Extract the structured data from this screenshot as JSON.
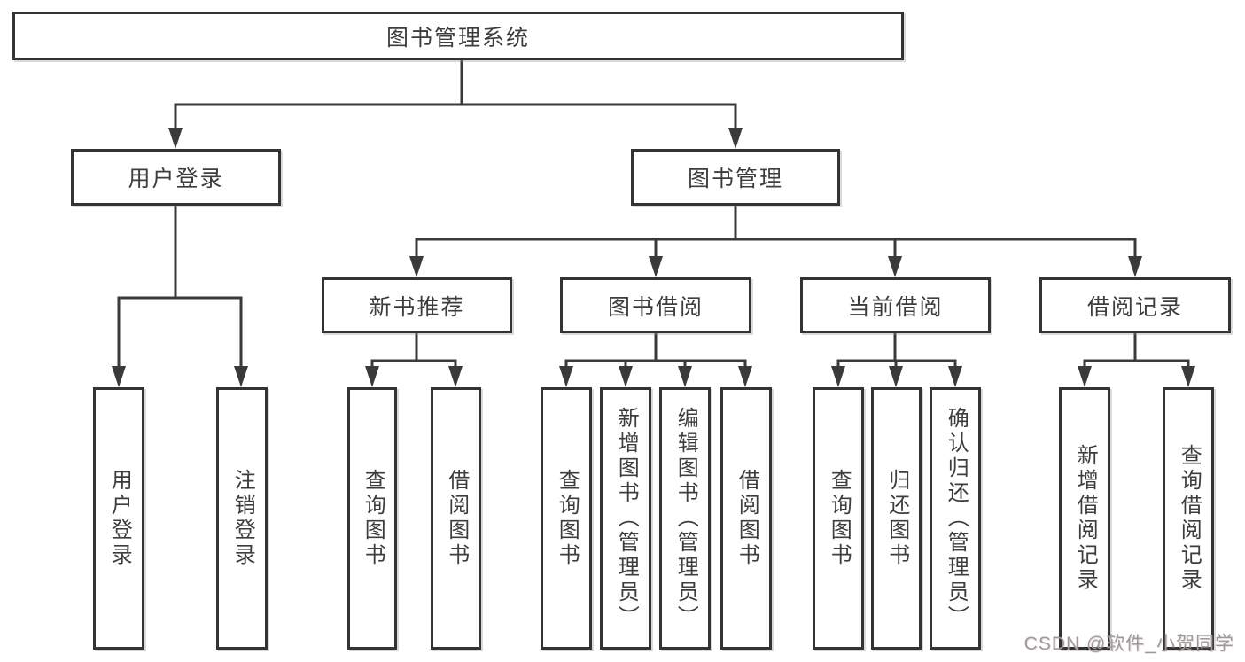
{
  "diagram": {
    "title": "图书管理系统",
    "root": {
      "label": "图书管理系统"
    },
    "level2": [
      {
        "id": "user-login",
        "label": "用户登录"
      },
      {
        "id": "book-management",
        "label": "图书管理"
      }
    ],
    "level3": [
      {
        "id": "new-book-recommendation",
        "parent": "图书管理",
        "label": "新书推荐"
      },
      {
        "id": "book-borrowing",
        "parent": "图书管理",
        "label": "图书借阅"
      },
      {
        "id": "current-borrowing",
        "parent": "图书管理",
        "label": "当前借阅"
      },
      {
        "id": "borrowing-records",
        "parent": "图书管理",
        "label": "借阅记录"
      }
    ],
    "leaves": [
      {
        "parent": "用户登录",
        "label": "用户登录"
      },
      {
        "parent": "用户登录",
        "label": "注销登录"
      },
      {
        "parent": "新书推荐",
        "label": "查询图书"
      },
      {
        "parent": "新书推荐",
        "label": "借阅图书"
      },
      {
        "parent": "图书借阅",
        "label": "查询图书"
      },
      {
        "parent": "图书借阅",
        "label": "新增图书（管理员）"
      },
      {
        "parent": "图书借阅",
        "label": "编辑图书（管理员）"
      },
      {
        "parent": "图书借阅",
        "label": "借阅图书"
      },
      {
        "parent": "当前借阅",
        "label": "查询图书"
      },
      {
        "parent": "当前借阅",
        "label": "归还图书"
      },
      {
        "parent": "当前借阅",
        "label": "确认归还（管理员）"
      },
      {
        "parent": "借阅记录",
        "label": "新增借阅记录"
      },
      {
        "parent": "借阅记录",
        "label": "查询借阅记录"
      }
    ]
  },
  "watermark": {
    "text": "CSDN @软件_小贺同学"
  },
  "colors": {
    "line": "#3a3a3a",
    "text": "#3d3d3d",
    "box_border": "#333333",
    "background": "#ffffff",
    "watermark": "#9b9b9b"
  }
}
